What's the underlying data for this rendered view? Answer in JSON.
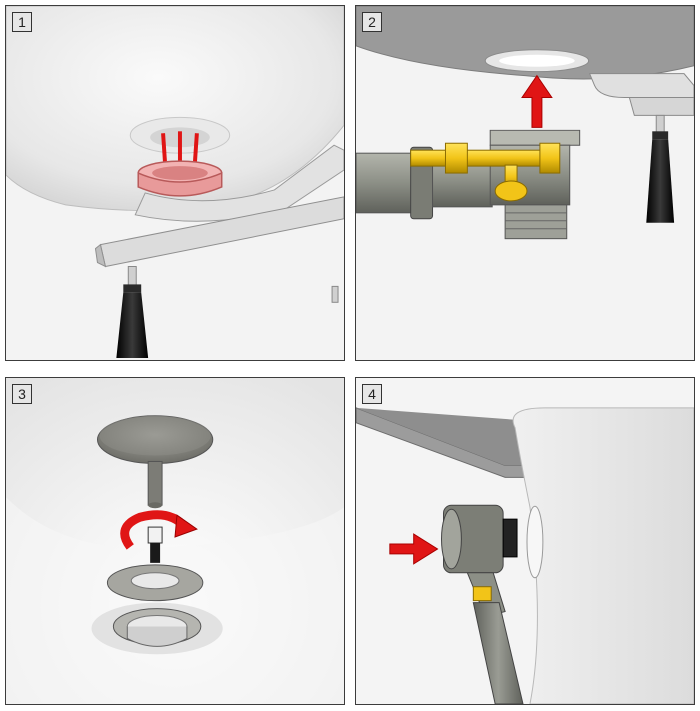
{
  "steps": [
    {
      "label": "1"
    },
    {
      "label": "2"
    },
    {
      "label": "3"
    },
    {
      "label": "4"
    }
  ],
  "colors": {
    "highlight_red": "#e01515",
    "seal_pink": "#e89a9a",
    "brass_yellow": "#f2c418",
    "pipe_gray": "#8c8f86",
    "leg_black": "#1a1a1a"
  },
  "icons": [
    "up-arrow-icon",
    "rotate-arrow-icon",
    "right-arrow-icon"
  ]
}
